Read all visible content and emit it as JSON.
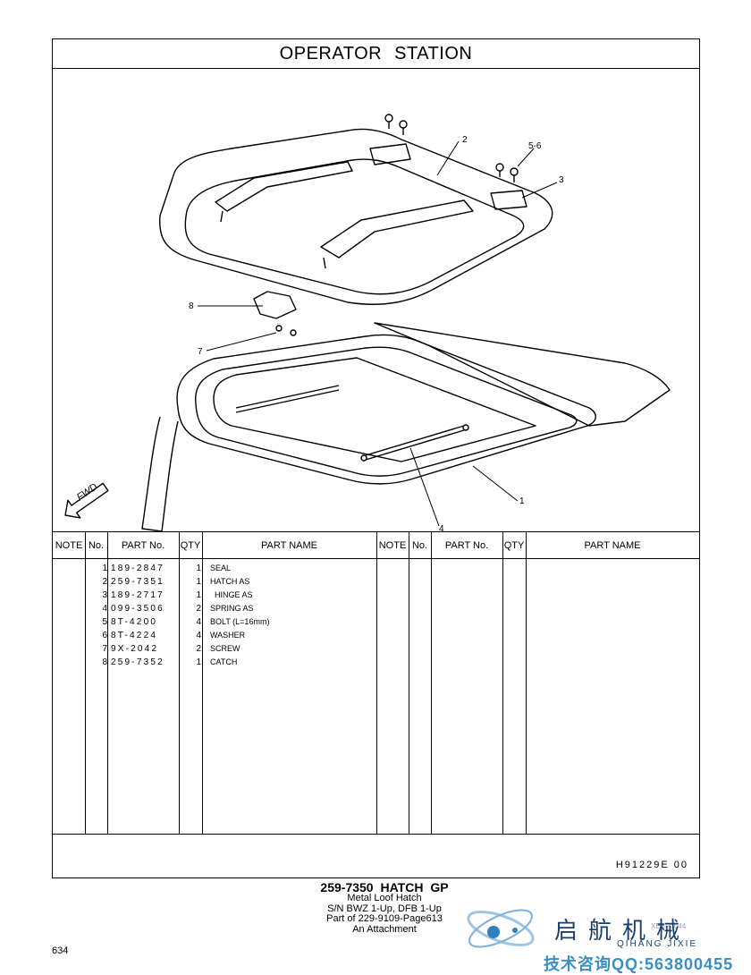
{
  "page_title": "OPERATOR STATION",
  "callouts": [
    "1",
    "2",
    "3",
    "4",
    "5-6",
    "7",
    "8"
  ],
  "fwd_label": "FWD",
  "table": {
    "headers": [
      "NOTE",
      "No.",
      "PART No.",
      "QTY",
      "PART NAME",
      "NOTE",
      "No.",
      "PART No.",
      "QTY",
      "PART NAME"
    ],
    "rows": [
      {
        "no": "1",
        "part_no": "189-2847",
        "qty": "1",
        "name": "SEAL"
      },
      {
        "no": "2",
        "part_no": "259-7351",
        "qty": "1",
        "name": "HATCH AS"
      },
      {
        "no": "3",
        "part_no": "189-2717",
        "qty": "1",
        "name": "  HINGE AS"
      },
      {
        "no": "4",
        "part_no": "099-3506",
        "qty": "2",
        "name": "SPRING AS"
      },
      {
        "no": "5",
        "part_no": "8T-4200",
        "qty": "4",
        "name": "BOLT (L=16mm)"
      },
      {
        "no": "6",
        "part_no": "8T-4224",
        "qty": "4",
        "name": "WASHER"
      },
      {
        "no": "7",
        "part_no": "9X-2042",
        "qty": "2",
        "name": "SCREW"
      },
      {
        "no": "8",
        "part_no": "259-7352",
        "qty": "1",
        "name": "CATCH"
      }
    ],
    "footer_code": "H91229E  00"
  },
  "caption": {
    "line1": "259-7350  HATCH GP",
    "line2": "Metal Loof Hatch",
    "line3": "S/N BWZ 1-Up, DFB 1-Up",
    "line4": "Part of 229-9109-Page613",
    "line5": "An Attachment"
  },
  "page_number": "634",
  "watermark": {
    "brand": "启航机械",
    "brand_sub": "QIHANG JIXIE",
    "code": "XEBP0044",
    "contact": "技术咨询QQ:563800455",
    "color": "#1a3f6b",
    "contact_color": "#3a8fc0"
  }
}
